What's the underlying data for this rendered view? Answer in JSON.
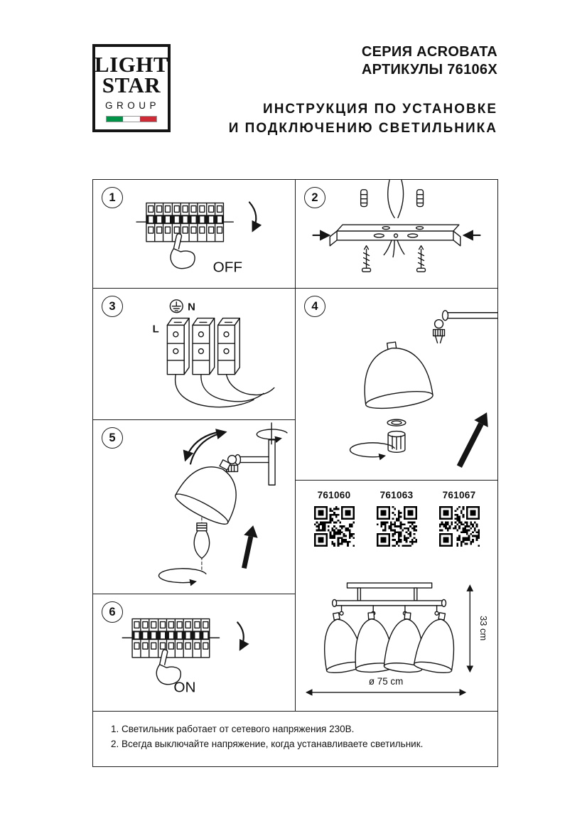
{
  "header": {
    "logo": {
      "line1": "LIGHT",
      "line2": "STAR",
      "line3": "GROUP",
      "flag_green": "#009246",
      "flag_white": "#ffffff",
      "flag_red": "#ce2b37"
    },
    "series_line1": "СЕРИЯ ACROBATA",
    "series_line2": "АРТИКУЛЫ 76106X",
    "title_line1": "ИНСТРУКЦИЯ ПО УСТАНОВКЕ",
    "title_line2": "И ПОДКЛЮЧЕНИЮ СВЕТИЛЬНИКА"
  },
  "steps": {
    "step1": {
      "number": "1",
      "switch_label": "OFF"
    },
    "step2": {
      "number": "2"
    },
    "step3": {
      "number": "3",
      "neutral_label": "N",
      "line_label": "L"
    },
    "step4": {
      "number": "4"
    },
    "step5": {
      "number": "5"
    },
    "step6": {
      "number": "6",
      "switch_label": "ON"
    }
  },
  "qr_panel": {
    "items": [
      {
        "article": "761060"
      },
      {
        "article": "761063"
      },
      {
        "article": "761067"
      }
    ]
  },
  "dimensions": {
    "height": "33 cm",
    "diameter": "ø 75 cm"
  },
  "notes": {
    "line1": "1. Светильник работает от сетевого напряжения 230В.",
    "line2": "2. Всегда выключайте напряжение, когда устанавливаете светильник."
  },
  "colors": {
    "ink": "#151515"
  }
}
